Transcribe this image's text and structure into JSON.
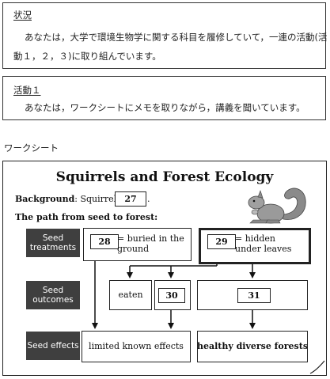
{
  "situation": {
    "header": "状況",
    "line1": "あなたは，大学で環境生物学に関する科目を履修していて，一連の活動(活",
    "line2": "動１，２，３)に取り組んでいます。"
  },
  "activity1": {
    "header": "活動１",
    "line1": "あなたは，ワークシートにメモを取りながら，講義を聞いています。"
  },
  "worksheet_label": "ワークシート",
  "worksheet": {
    "title": "Squirrels and Forest Ecology",
    "background_label": "Background",
    "background_text": ": Squirrels",
    "background_num": "27",
    "background_period": ".",
    "path_label": "The path from seed to forest:",
    "rows": {
      "treatments": "Seed treatments",
      "outcomes": "Seed outcomes",
      "effects": "Seed effects"
    },
    "treat_left_num": "28",
    "treat_left_text": "= buried in the ground",
    "treat_right_num": "29",
    "treat_right_text": "= hidden under leaves",
    "outcome_eaten": "eaten",
    "outcome_num1": "30",
    "outcome_num2": "31",
    "effect_left": "limited known effects",
    "effect_right": "healthy diverse forests"
  }
}
